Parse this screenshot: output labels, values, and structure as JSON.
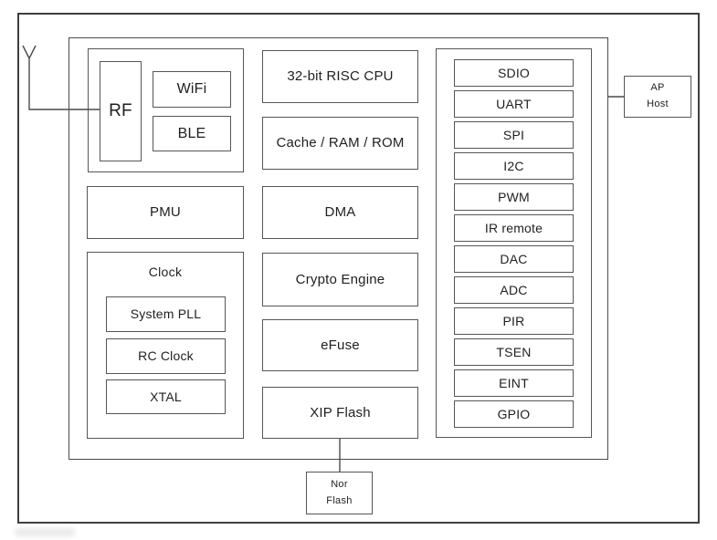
{
  "diagram": {
    "soc": {
      "rf_group": {
        "rf": "RF",
        "wifi": "WiFi",
        "ble": "BLE"
      },
      "pmu": "PMU",
      "clock_group": {
        "label": "Clock",
        "items": [
          "System PLL",
          "RC Clock",
          "XTAL"
        ]
      },
      "core_column": [
        "32-bit RISC CPU",
        "Cache / RAM / ROM",
        "DMA",
        "Crypto Engine",
        "eFuse",
        "XIP Flash"
      ],
      "peripherals": [
        "SDIO",
        "UART",
        "SPI",
        "I2C",
        "PWM",
        "IR remote",
        "DAC",
        "ADC",
        "PIR",
        "TSEN",
        "EINT",
        "GPIO"
      ]
    },
    "external": {
      "ap_host": {
        "line1": "AP",
        "line2": "Host"
      },
      "nor_flash": {
        "line1": "Nor",
        "line2": "Flash"
      }
    },
    "colors": {
      "line": "#4a4a4a",
      "border": "#565656",
      "text": "#1f1f1f",
      "background": "#ffffff"
    }
  }
}
